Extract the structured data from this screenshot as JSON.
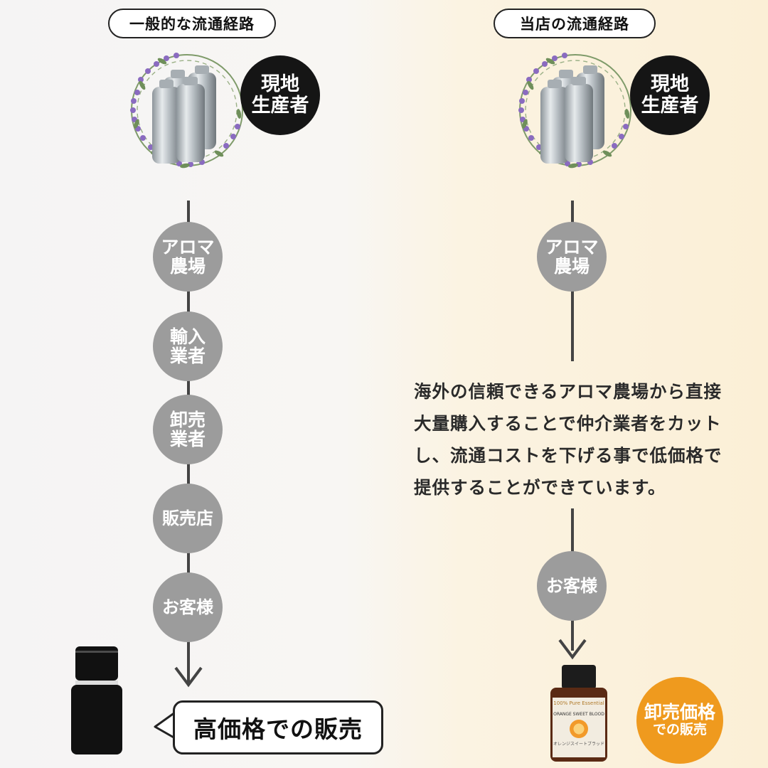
{
  "left": {
    "header": "一般的な流通経路",
    "producer_badge": [
      "現地",
      "生産者"
    ],
    "steps": [
      [
        "アロマ",
        "農場"
      ],
      [
        "輸入",
        "業者"
      ],
      [
        "卸売",
        "業者"
      ],
      [
        "販売店"
      ],
      [
        "お客様"
      ]
    ],
    "result_callout": "高価格での販売"
  },
  "right": {
    "header": "当店の流通経路",
    "producer_badge": [
      "現地",
      "生産者"
    ],
    "step_farm": [
      "アロマ",
      "農場"
    ],
    "description_lines": [
      "海外の信頼できるアロマ農場から直接",
      "大量購入することで仲介業者をカット",
      "し、流通コストを下げる事で低価格で",
      "提供することができています。"
    ],
    "step_customer": "お客様",
    "product_label": {
      "line1": "100% Pure Essential",
      "line2": "ORANGE SWEET BLOOD",
      "line3": "オレンジスイートブラッド"
    },
    "price_badge": [
      "卸売価格",
      "での販売"
    ]
  },
  "colors": {
    "node_gray": "#9c9c9c",
    "badge_black": "#151515",
    "badge_orange": "#ef9a1e",
    "line": "#444444"
  },
  "icons": [
    "lavender-wreath-icon",
    "aluminum-bottles-icon",
    "arrow-down-icon",
    "black-bottle-icon",
    "essential-oil-bottle-icon"
  ]
}
